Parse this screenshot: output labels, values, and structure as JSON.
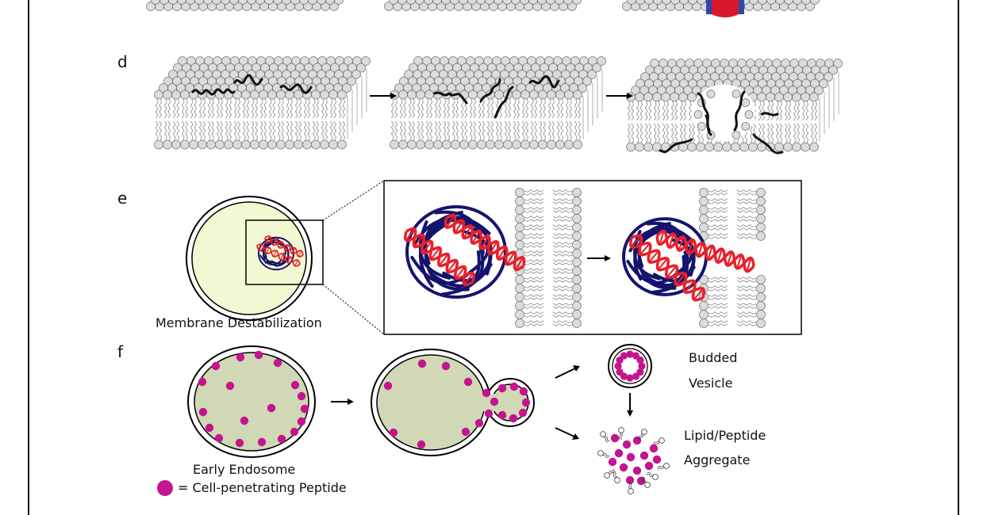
{
  "panels": {
    "d": {
      "letter": "d"
    },
    "e": {
      "letter": "e",
      "caption": "Membrane Destabilization"
    },
    "f": {
      "letter": "f",
      "caption_left": "Early Endosome",
      "legend_text": "= Cell-penetrating Peptide",
      "label_budded_1": "Budded",
      "label_budded_2": "Vesicle",
      "label_aggregate_1": "Lipid/Peptide",
      "label_aggregate_2": "Aggregate"
    }
  },
  "colors": {
    "border": "#000000",
    "lipid_fill": "#dcdcdc",
    "lipid_stroke": "#7a7a7a",
    "peptide_black": "#111111",
    "dna_red": "#e8202a",
    "coil_navy": "#14146e",
    "cell_fill": "#f4f8d2",
    "endosome_fill": "#d1d8b6",
    "peptide_magenta": "#c4148f",
    "pore_red": "#d8182a",
    "pore_blue": "#3046a8"
  }
}
